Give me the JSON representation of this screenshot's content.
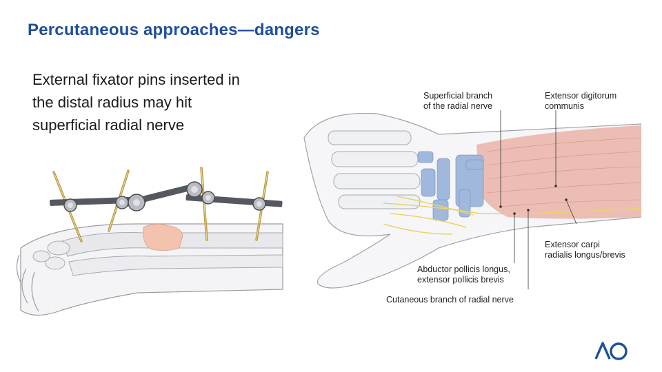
{
  "slide": {
    "title": "Percutaneous approaches—dangers",
    "body_lines": [
      "External fixator pins inserted in",
      "the distal radius may hit",
      "superficial radial nerve"
    ]
  },
  "figure_labels": {
    "superficial_branch": [
      "Superficial branch",
      "of the radial nerve"
    ],
    "extensor_digitorum": [
      "Extensor digitorum",
      "communis"
    ],
    "extensor_carpi": [
      "Extensor carpi",
      "radialis longus/brevis"
    ],
    "abductor_pollicis": [
      "Abductor pollicis longus,",
      "extensor pollicis brevis"
    ],
    "cutaneous_branch": "Cutaneous branch of radial nerve"
  },
  "logo": {
    "text": "AO",
    "color": "#1f4e9c"
  },
  "colors": {
    "title": "#1f4e9c",
    "bone": "#e8e8ec",
    "fracture": "#f3c3b0",
    "muscle": "#eab3a8",
    "tendon": "#9fb8dc",
    "nerve": "#e9d36a",
    "rod": "#55595f"
  }
}
